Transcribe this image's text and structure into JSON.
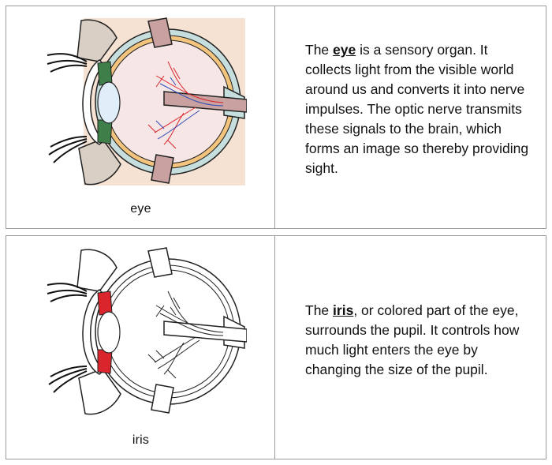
{
  "cards": [
    {
      "caption": "eye",
      "text_before": "The ",
      "term": "eye",
      "text_after": " is a sensory organ. It collects light from the visible world around us and converts it into nerve impulses. The optic nerve transmits these signals to the brain, which forms an image so thereby providing sight.",
      "illustration": "eye-cross-section-colored-icon",
      "colors": {
        "background": "#f6e2d3",
        "iris": "#3e7f49",
        "sclera": "#c6dedd",
        "choroid": "#f3c47e",
        "muscle": "#c9a1a0"
      }
    },
    {
      "caption": "iris",
      "text_before": "The ",
      "term": "iris",
      "text_after": ", or colored part of the eye, surrounds the pupil. It controls how much light enters the eye by changing the size of the pupil.",
      "illustration": "eye-cross-section-outline-icon",
      "colors": {
        "highlight": "#d9252b",
        "line": "#222222"
      }
    }
  ]
}
